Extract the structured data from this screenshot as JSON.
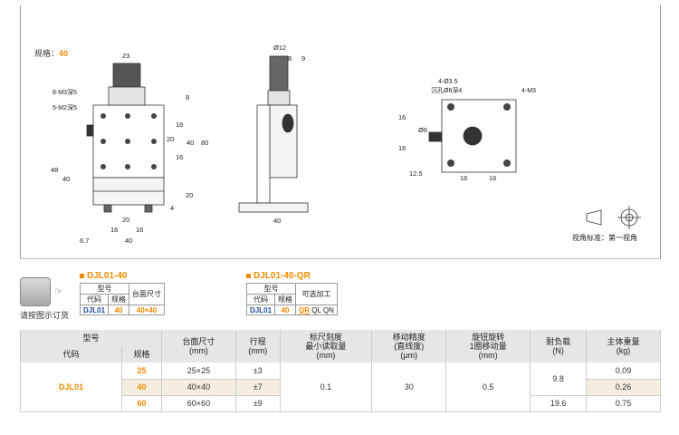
{
  "spec": {
    "label": "规格：",
    "value": "40"
  },
  "drawing_labels": {
    "d23": "23",
    "m3": "8-M3深5",
    "m2": "5-M2深5",
    "d8": "8",
    "d16a": "16",
    "d20v": "20",
    "d40v": "40",
    "d80": "80",
    "d16b": "16",
    "d48": "48",
    "d40h": "40",
    "d20h": "20",
    "d16c": "16",
    "d16d": "16",
    "d40b": "40",
    "d67": "6.7",
    "d4": "4",
    "d20r": "20",
    "phi12": "Ø12",
    "d8b": "8",
    "d9": "9",
    "d40c": "40",
    "hole": "4-Ø3.5",
    "cbore": "沉孔Ø6深4",
    "m3r": "4-M3",
    "d16e": "16",
    "phi6": "Ø6",
    "d16f": "16",
    "d125": "12.5",
    "d16g": "16",
    "d16h": "16"
  },
  "view_note": "视角标准：第一视角",
  "order_note": "请按图示订货",
  "mini1": {
    "title": "DJL01-40",
    "h_model": "型号",
    "h_code": "代码",
    "h_spec": "规格",
    "h_size": "台面尺寸",
    "code": "DJL01",
    "spec": "40",
    "size": "40×40"
  },
  "mini2": {
    "title": "DJL01-40-QR",
    "h_model": "型号",
    "h_code": "代码",
    "h_spec": "规格",
    "h_opt": "可选加工",
    "code": "DJL01",
    "spec": "40",
    "opt_sel": "QR",
    "opt2": "QL",
    "opt3": "QN"
  },
  "table": {
    "h_model": "型号",
    "h_code": "代码",
    "h_spec": "规格",
    "h_size": "台面尺寸\n(mm)",
    "h_travel": "行程\n(mm)",
    "h_scale": "标尺刻度\n最小读取量\n(mm)",
    "h_prec": "移动精度\n(直线度)\n(μm)",
    "h_knob": "旋钮旋转\n1圈移动量\n(mm)",
    "h_load": "耐负载\n(N)",
    "h_weight": "主体重量\n(kg)",
    "code": "DJL01",
    "rows": [
      {
        "spec": "25",
        "size": "25×25",
        "travel": "±3",
        "weight": "0.09"
      },
      {
        "spec": "40",
        "size": "40×40",
        "travel": "±7",
        "weight": "0.26"
      },
      {
        "spec": "60",
        "size": "60×60",
        "travel": "±9",
        "weight": "0.75"
      }
    ],
    "scale": "0.1",
    "prec": "30",
    "knob": "0.5",
    "load_a": "9.8",
    "load_b": "19.6"
  }
}
